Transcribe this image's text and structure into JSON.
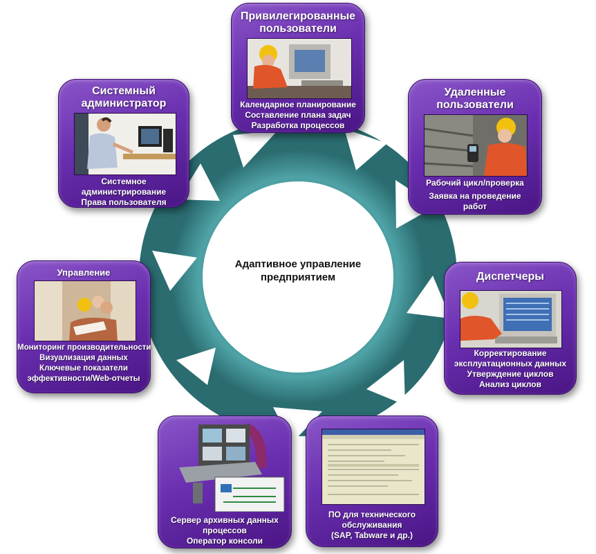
{
  "center": {
    "line1": "Адаптивное управление",
    "line2": "предприятием"
  },
  "cards": {
    "privileged": {
      "title1": "Привилегированные",
      "title2": "пользователи",
      "lines": [
        "Календарное планирование",
        "Составление плана задач",
        "Разработка процессов"
      ]
    },
    "remote": {
      "title1": "Удаленные",
      "title2": "пользователи",
      "lines": [
        "Рабочий цикл/проверка",
        "Заявка на проведение",
        "работ"
      ]
    },
    "dispatchers": {
      "title1": "Диспетчеры",
      "lines": [
        "Корректирование",
        "эксплуатационных данных",
        "Утверждение циклов",
        "Анализ циклов"
      ]
    },
    "maintenance": {
      "lines": [
        "ПО для технического",
        "обслуживания",
        "(SAP, Tabware и др.)"
      ]
    },
    "archive": {
      "lines": [
        "Сервер архивных данных",
        "процессов",
        "Оператор консоли"
      ]
    },
    "management": {
      "title1": "Управление",
      "lines": [
        "Мониторинг производительности",
        "Визуализация данных",
        "Ключевые показатели",
        "эффективности/Web-отчеты"
      ]
    },
    "sysadmin": {
      "title1": "Системный",
      "title2": "администратор",
      "lines": [
        "Системное",
        "администрирование",
        "Права пользователя"
      ]
    }
  },
  "colors": {
    "ring": "#3f8f93",
    "card": "#6a2fb0",
    "hardhat": "#f2c10f",
    "suit": "#e0552a"
  }
}
